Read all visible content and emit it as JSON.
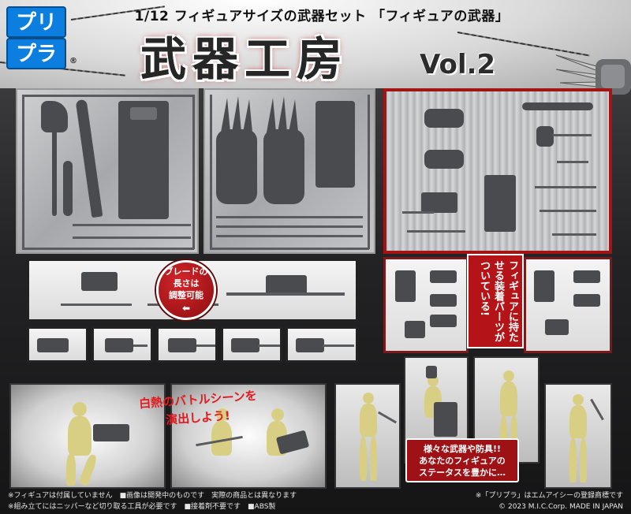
{
  "header": {
    "subtitle": "1/12 フィギュアサイズの武器セット 「フィギュアの武器」",
    "title": "武器工房",
    "volume": "Vol.2"
  },
  "logo": {
    "line1": "プリ",
    "line2": "プラ",
    "registered_mark": "®",
    "color": "#0b7ee0"
  },
  "badges": {
    "blade_length": [
      "ブレードの",
      "長さは",
      "調整可能"
    ],
    "blade_arrow": "⬅"
  },
  "red_sash": {
    "text": "フィギュアに持たせる装着パーツがついている!"
  },
  "battle_callout": {
    "line1": "白熱のバトルシーンを",
    "line2": "演出しよう!"
  },
  "armor_callout": {
    "line1": "様々な武器や防具!!",
    "line2": "あなたのフィギュアの",
    "line3": "ステータスを豊かに…"
  },
  "footer": {
    "notes_left": [
      "※フィギュアは付属していません　■画像は開発中のものです　実際の商品とは異なります",
      "※組み立てにはニッパーなど切り取る工具が必要です　■接着剤不要です　■ABS製"
    ],
    "trademark": "※「プリプラ」はエムアイシーの登録商標です",
    "copyright": "© 2023 M.I.C.Corp. MADE IN JAPAN"
  },
  "colors": {
    "accent_red": "#b41418",
    "frame_red": "#a31414",
    "figure_yellow": "#d9cf84"
  }
}
